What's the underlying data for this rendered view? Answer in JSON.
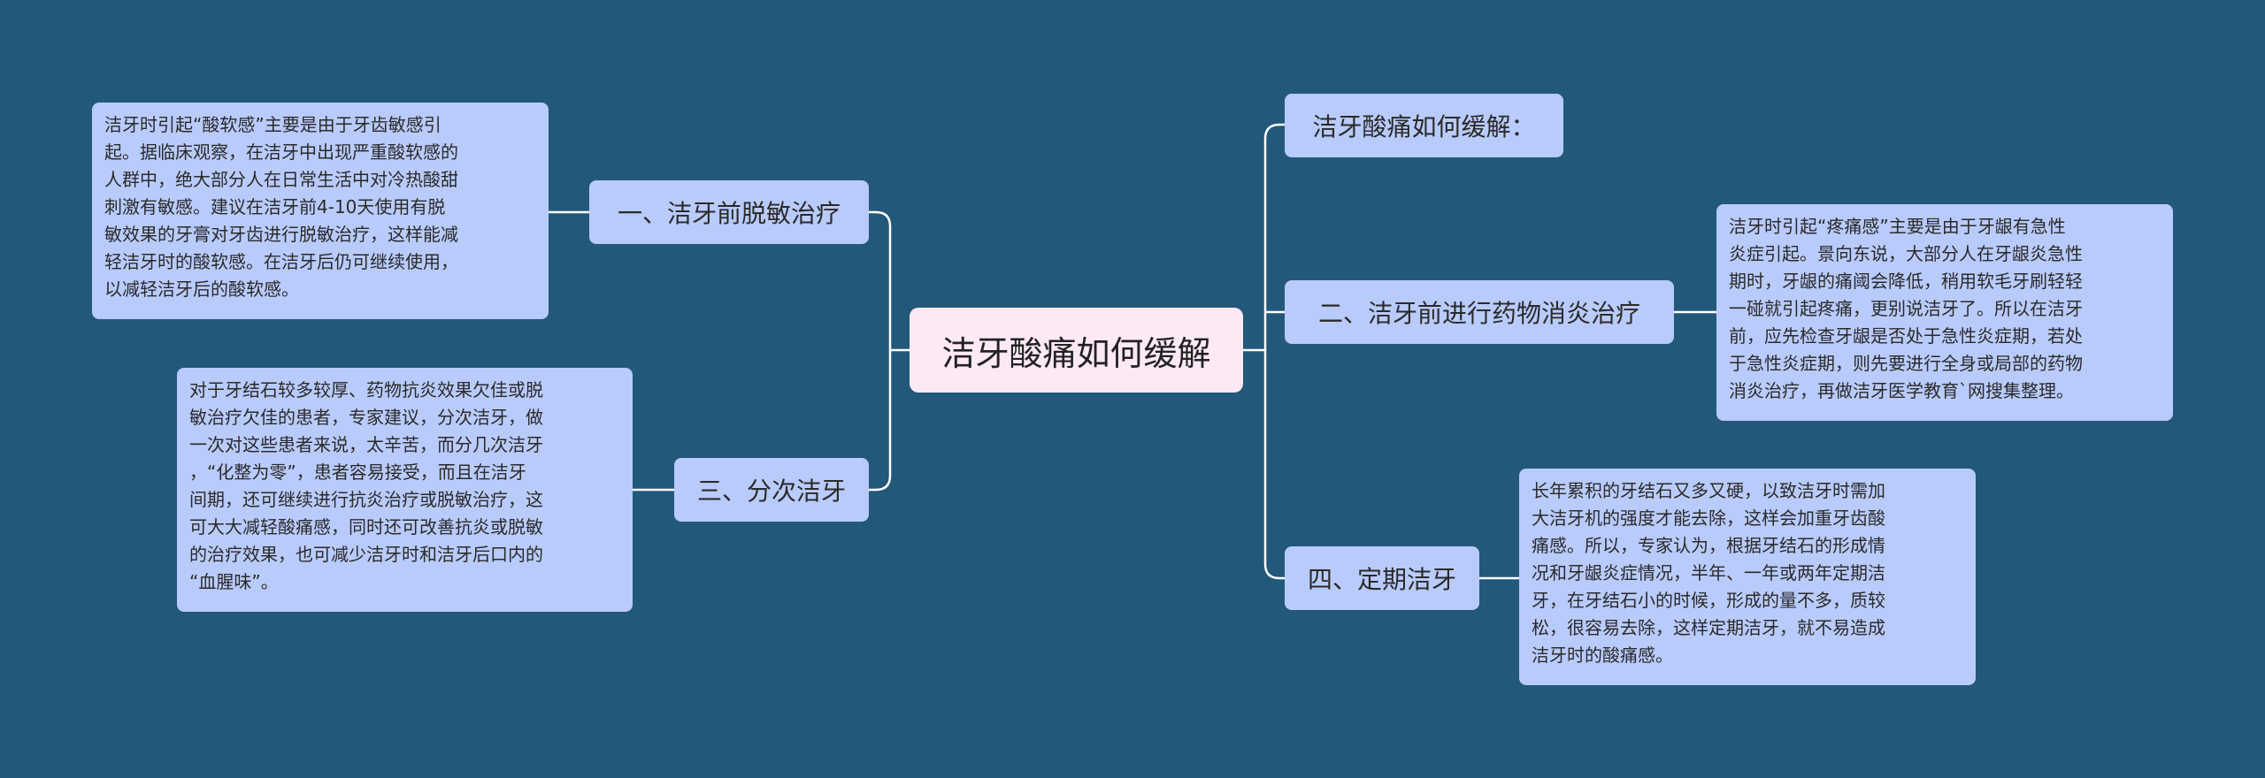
{
  "root": {
    "label": "洁牙酸痛如何缓解"
  },
  "branches": {
    "b1": {
      "label": "一、洁牙前脱敏治疗"
    },
    "b3": {
      "label": "三、分次洁牙"
    },
    "b0": {
      "label": "洁牙酸痛如何缓解："
    },
    "b2": {
      "label": "二、洁牙前进行药物消炎治疗"
    },
    "b4": {
      "label": "四、定期洁牙"
    }
  },
  "leaves": {
    "b1": [
      "洁牙时引起“酸软感”主要是由于牙齿敏感引",
      "起。据临床观察，在洁牙中出现严重酸软感的",
      "人群中，绝大部分人在日常生活中对冷热酸甜",
      "刺激有敏感。建议在洁牙前4-10天使用有脱",
      "敏效果的牙膏对牙齿进行脱敏治疗，这样能减",
      "轻洁牙时的酸软感。在洁牙后仍可继续使用，",
      "以减轻洁牙后的酸软感。"
    ],
    "b3": [
      "对于牙结石较多较厚、药物抗炎效果欠佳或脱",
      "敏治疗欠佳的患者，专家建议，分次洁牙，做",
      "一次对这些患者来说，太辛苦，而分几次洁牙",
      "，“化整为零”，患者容易接受，而且在洁牙",
      "间期，还可继续进行抗炎治疗或脱敏治疗，这",
      "可大大减轻酸痛感，同时还可改善抗炎或脱敏",
      "的治疗效果，也可减少洁牙时和洁牙后口内的",
      "“血腥味”。"
    ],
    "b2": [
      "洁牙时引起“疼痛感”主要是由于牙龈有急性",
      "炎症引起。景向东说，大部分人在牙龈炎急性",
      "期时，牙龈的痛阈会降低，稍用软毛牙刷轻轻",
      "一碰就引起疼痛，更别说洁牙了。所以在洁牙",
      "前，应先检查牙龈是否处于急性炎症期，若处",
      "于急性炎症期，则先要进行全身或局部的药物",
      "消炎治疗，再做洁牙医学教育`网搜集整理。"
    ],
    "b4": [
      "长年累积的牙结石又多又硬，以致洁牙时需加",
      "大洁牙机的强度才能去除，这样会加重牙齿酸",
      "痛感。所以，专家认为，根据牙结石的形成情",
      "况和牙龈炎症情况，半年、一年或两年定期洁",
      "牙，在牙结石小的时候，形成的量不多，质较",
      "松，很容易去除，这样定期洁牙，就不易造成",
      "洁牙时的酸痛感。"
    ]
  },
  "colors": {
    "background": "#22587a",
    "node_fill": "#b9cbfb",
    "root_fill": "#fde9f5",
    "connector": "#ffffff"
  }
}
